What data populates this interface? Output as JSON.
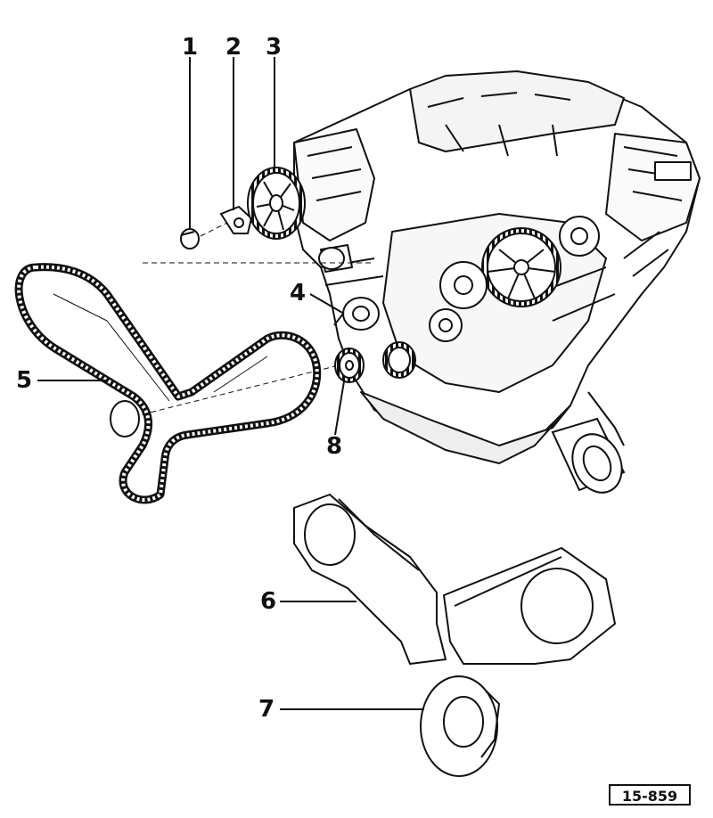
{
  "callouts": {
    "c1": "1",
    "c2": "2",
    "c3": "3",
    "c4": "4",
    "c5": "5",
    "c6": "6",
    "c7": "7",
    "c8": "8"
  },
  "figure_number": "15-859",
  "colors": {
    "ink": "#111111",
    "paper": "#ffffff"
  }
}
